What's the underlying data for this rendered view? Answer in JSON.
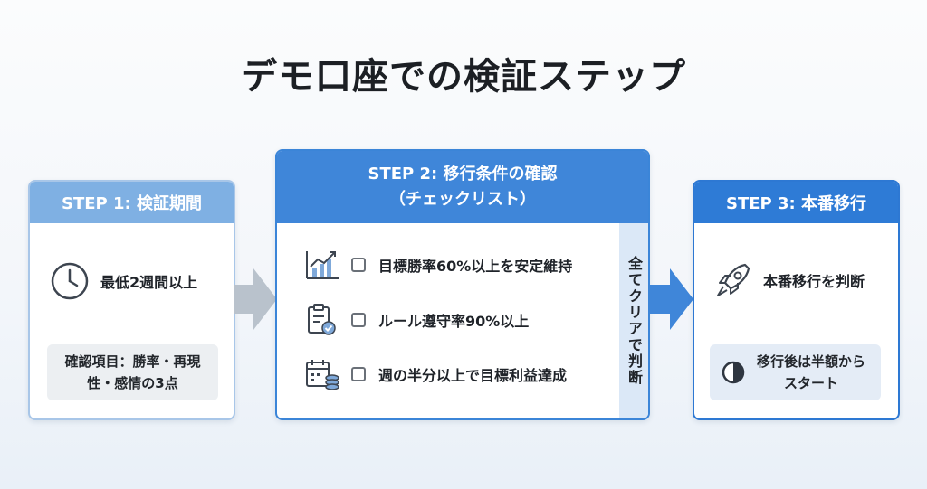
{
  "title": "デモ口座での検証ステップ",
  "step1": {
    "header": "STEP 1: 検証期間",
    "duration": "最低2週間以上",
    "note_line1": "確認項目：勝率・再現",
    "note_line2": "性・感情の3点",
    "icon": "clock-icon"
  },
  "step2": {
    "header_line1": "STEP 2: 移行条件の確認",
    "header_line2": "（チェックリスト）",
    "items": [
      {
        "label": "目標勝率60%以上を安定維持",
        "icon": "chart-icon"
      },
      {
        "label": "ルール遵守率90%以上",
        "icon": "clipboard-check-icon"
      },
      {
        "label": "週の半分以上で目標利益達成",
        "icon": "calendar-coins-icon"
      }
    ],
    "side_label": "全てクリアで判断"
  },
  "step3": {
    "header": "STEP 3: 本番移行",
    "decision": "本番移行を判断",
    "note_line1": "移行後は半額から",
    "note_line2": "スタート",
    "icons": [
      "rocket-icon",
      "half-circle-icon"
    ]
  },
  "colors": {
    "step1_header": "#7fb0e3",
    "step2_header": "#3f86d9",
    "step3_header": "#2e7bd6",
    "arrow1": "#b9c2cc",
    "arrow2": "#3f86d9"
  }
}
